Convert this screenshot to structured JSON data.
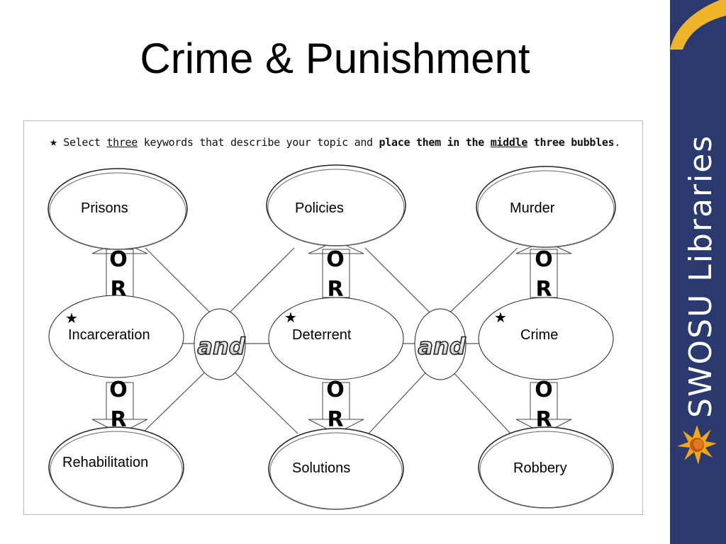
{
  "title": "Crime & Punishment",
  "instruction": {
    "star": "★",
    "p1": " Select ",
    "p2": "three",
    "p3": " keywords that describe your topic and ",
    "p4": "place them in the ",
    "p5": "middle",
    "p6": " three bubbles",
    "p7": "."
  },
  "columns": [
    {
      "top": "Prisons",
      "middle": "Incarceration",
      "bottom": "Rehabilitation"
    },
    {
      "top": "Policies",
      "middle": "Deterrent",
      "bottom": "Solutions"
    },
    {
      "top": "Murder",
      "middle": "Crime",
      "bottom": "Robbery"
    }
  ],
  "connector": {
    "and": "and",
    "or_1": "O",
    "or_2": "R",
    "star": "★"
  },
  "logo": {
    "text": "SWOSU Libraries"
  },
  "colors": {
    "sidebar": "#2a3a6e",
    "arc": "#f0b429",
    "sun": "#f3a712",
    "sun_center": "#c2571a"
  }
}
